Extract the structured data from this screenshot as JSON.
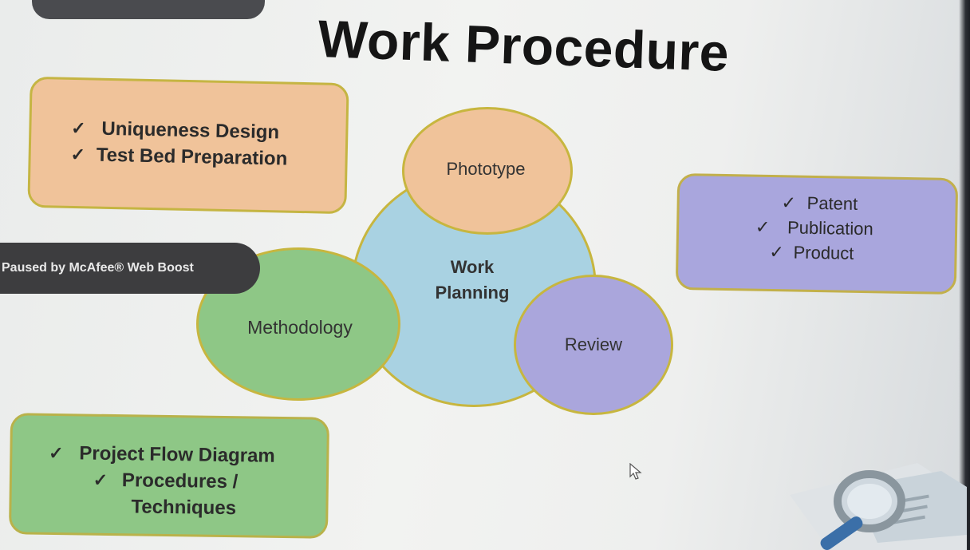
{
  "title": "Work Procedure",
  "overlay": {
    "mcafee_text": "Paused by McAfee® Web Boost"
  },
  "boxes": {
    "top_left": {
      "items": [
        "Uniqueness Design",
        "Test Bed Preparation"
      ]
    },
    "right": {
      "items": [
        "Patent",
        "Publication",
        "Product"
      ]
    },
    "bottom_left": {
      "items": [
        "Project Flow Diagram",
        "Procedures /",
        "Techniques"
      ]
    }
  },
  "circles": {
    "center_line1": "Work",
    "center_line2": "Planning",
    "top": "Phototype",
    "left": "Methodology",
    "right": "Review"
  },
  "check_symbol": "✓",
  "icons": [
    "checkmark-icon",
    "mouse-cursor-icon",
    "magnifying-glass-illustration-icon"
  ],
  "colors": {
    "orange": "#f0c39a",
    "purple": "#a9a6dd",
    "green": "#8ec786",
    "blue": "#a9d2e2",
    "border_gold": "#c7b63f"
  }
}
